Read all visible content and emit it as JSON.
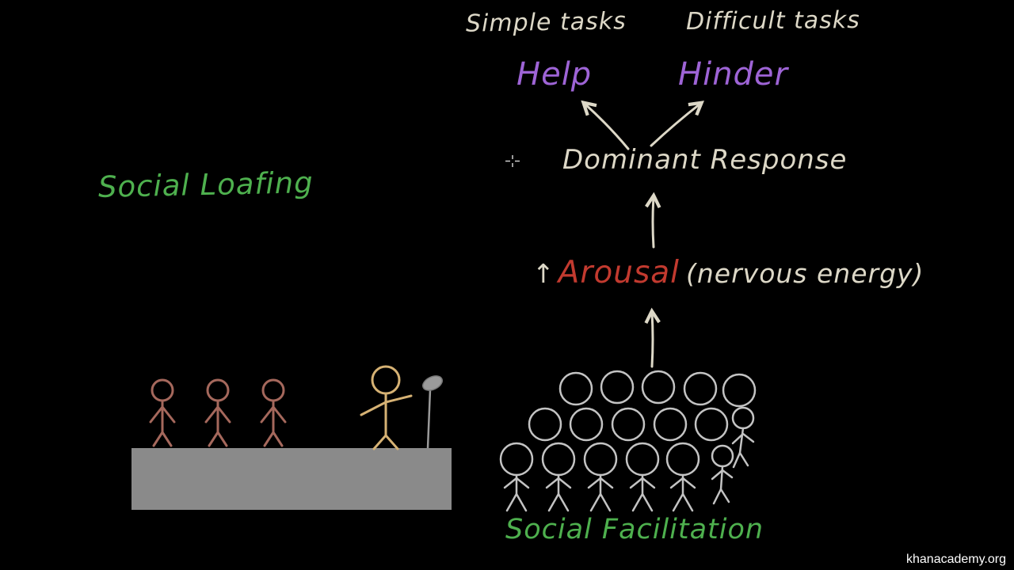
{
  "app": {
    "watermark": "khanacademy.org"
  },
  "diagram": {
    "simple_tasks_label": "Simple tasks",
    "difficult_tasks_label": "Difficult tasks",
    "help_label": "Help",
    "hinder_label": "Hinder",
    "dominant_response_label": "Dominant Response",
    "arousal_label": "Arousal",
    "arousal_note": "(nervous energy)",
    "social_loafing_label": "Social Loafing",
    "social_facilitation_label": "Social Facilitation",
    "up_arrow_glyph": "↑"
  },
  "colors": {
    "background": "#000000",
    "chalk": "#ddd8c7",
    "green": "#4eb04e",
    "purple": "#9e64d6",
    "red": "#c23a2f",
    "stage": "#8a8a8a",
    "loafer": "#a5685c",
    "performer": "#d6b274",
    "crowd": "#c3c3c3",
    "mic": "#9a9a9a",
    "watermark_text": "#ffffff"
  }
}
